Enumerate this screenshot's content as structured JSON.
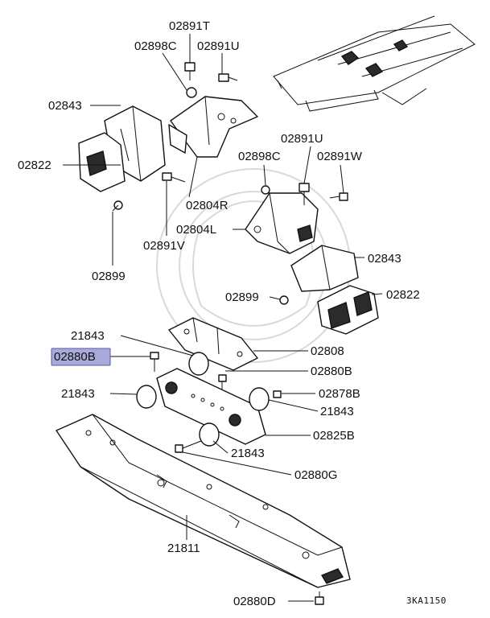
{
  "diagram_id": "3KA1150",
  "highlight": {
    "part": "02880B",
    "fill_color": "#a9a9dc",
    "border_color": "#5a5aa0"
  },
  "labels": {
    "l02891T": "02891T",
    "l02898C_top": "02898C",
    "l02891U_top": "02891U",
    "l02843_left": "02843",
    "l02822_left": "02822",
    "l02804R": "02804R",
    "l02899_left": "02899",
    "l02891V": "02891V",
    "l02891U_right": "02891U",
    "l02898C_right": "02898C",
    "l02891W": "02891W",
    "l02804L": "02804L",
    "l02843_right": "02843",
    "l02899_right": "02899",
    "l02822_right": "02822",
    "l21843_a": "21843",
    "l02808": "02808",
    "l02880B_hl": "02880B",
    "l02880B_right": "02880B",
    "l21843_b": "21843",
    "l02878B": "02878B",
    "l21843_c": "21843",
    "l02825B": "02825B",
    "l21843_d": "21843",
    "l02880G": "02880G",
    "l21811": "21811",
    "l02880D": "02880D"
  }
}
